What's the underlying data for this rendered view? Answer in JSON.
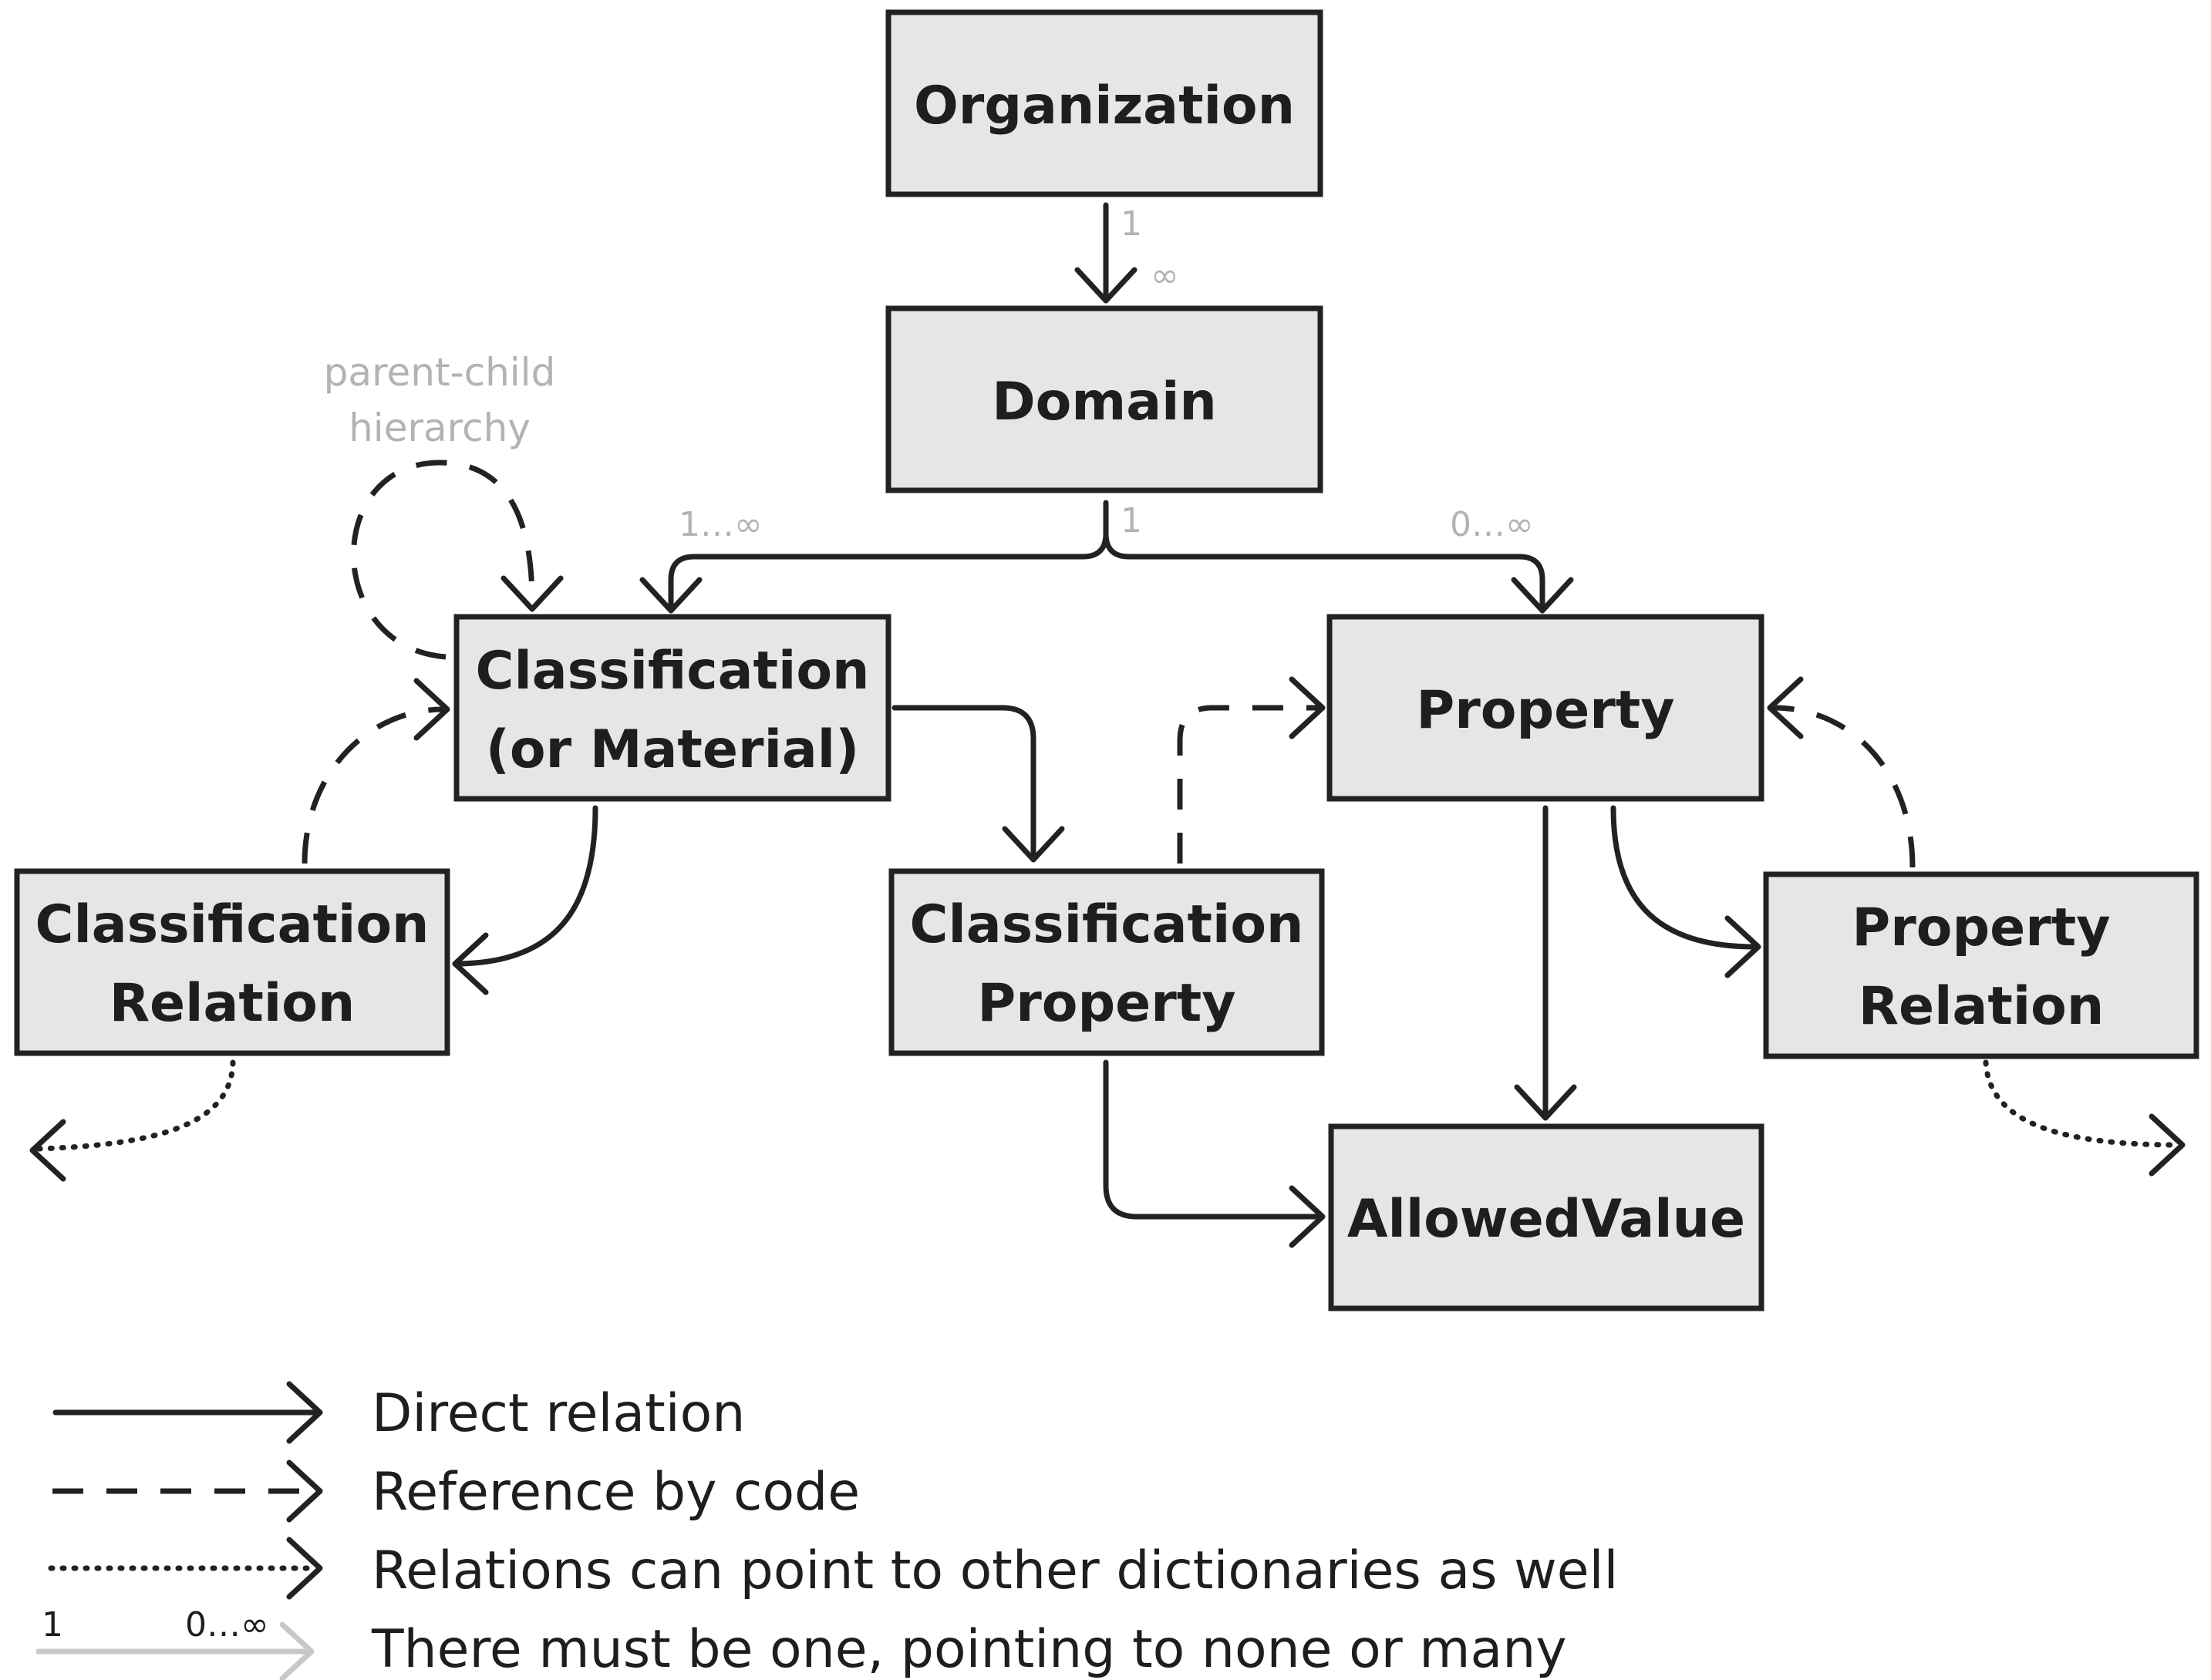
{
  "nodes": {
    "organization": "Organization",
    "domain": "Domain",
    "classification_line1": "Classification",
    "classification_line2": "(or Material)",
    "property": "Property",
    "classification_relation_line1": "Classification",
    "classification_relation_line2": "Relation",
    "classification_property_line1": "Classification",
    "classification_property_line2": "Property",
    "property_relation_line1": "Property",
    "property_relation_line2": "Relation",
    "allowed_value": "AllowedValue"
  },
  "multiplicities": {
    "org_one": "1",
    "org_many": "∞",
    "domain_one": "1",
    "domain_to_classification": "1…∞",
    "domain_to_property": "0…∞"
  },
  "notes": {
    "parent_child_line1": "parent-child",
    "parent_child_line2": "hierarchy"
  },
  "legend": {
    "direct": "Direct relation",
    "reference": "Reference by code",
    "dictionaries": "Relations can point to other dictionaries as well",
    "cardinality": "There must be one, pointing to none or many",
    "cardinality_one": "1",
    "cardinality_many": "0…∞"
  }
}
